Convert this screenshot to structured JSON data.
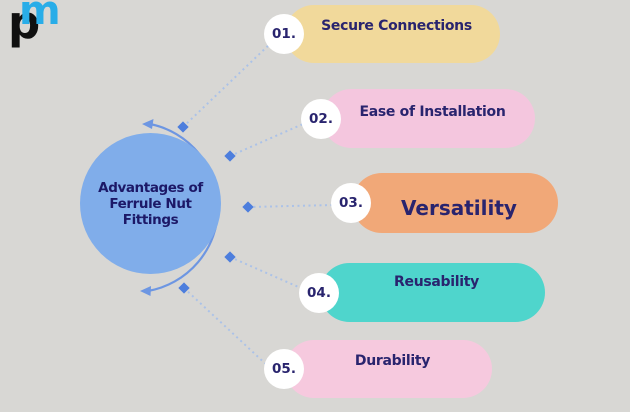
{
  "background_color": "#d8d7d4",
  "label_color": "#29246e",
  "logo": {
    "p": "p",
    "m": "m",
    "p_color": "#101010",
    "m_color": "#29ade8"
  },
  "center": {
    "line1": "Advantages of",
    "line2": "Ferrule Nut Fittings",
    "fill": "#80adea",
    "text_color": "#1c1867"
  },
  "connector": {
    "arc_color": "#6d96e2",
    "dotted_color": "#abc2e8",
    "node_color": "#4d7edd"
  },
  "items": [
    {
      "number": "01.",
      "label": "Secure Connections",
      "color": "#f1d99b"
    },
    {
      "number": "02.",
      "label": "Ease of Installation",
      "color": "#f4c6de"
    },
    {
      "number": "03.",
      "label": "Versatility",
      "color": "#f1a878"
    },
    {
      "number": "04.",
      "label": "Reusability",
      "color": "#4fd5cc"
    },
    {
      "number": "05.",
      "label": "Durability",
      "color": "#f6c9de"
    }
  ]
}
